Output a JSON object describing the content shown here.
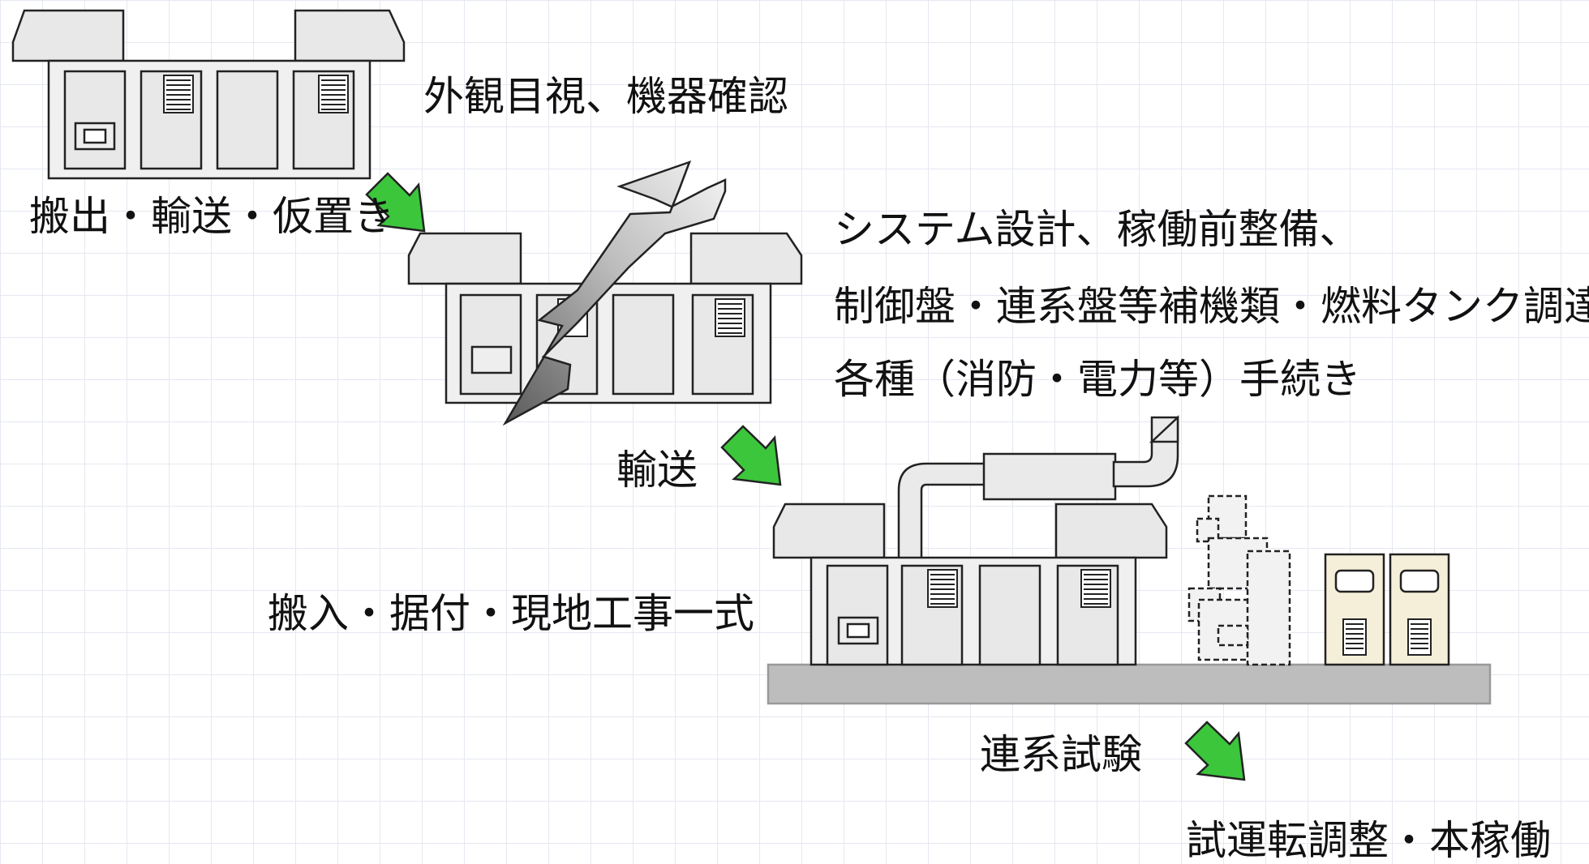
{
  "labels": {
    "step1": "外観目視、機器確認",
    "step2": "搬出・輸送・仮置き",
    "step3_line1": "システム設計、稼働前整備、",
    "step3_line2": "制御盤・連系盤等補機類・燃料タンク調達、",
    "step3_line3": "各種（消防・電力等）手続き",
    "step4": "輸送",
    "step5": "搬入・据付・現地工事一式",
    "step6": "連系試験",
    "step7": "試運転調整・本稼働"
  },
  "colors": {
    "arrow_green": "#3cc63c",
    "unit_fill": "#e8e8e8",
    "panel_beige": "#f5eed8",
    "base_gray": "#bdbdbd"
  }
}
